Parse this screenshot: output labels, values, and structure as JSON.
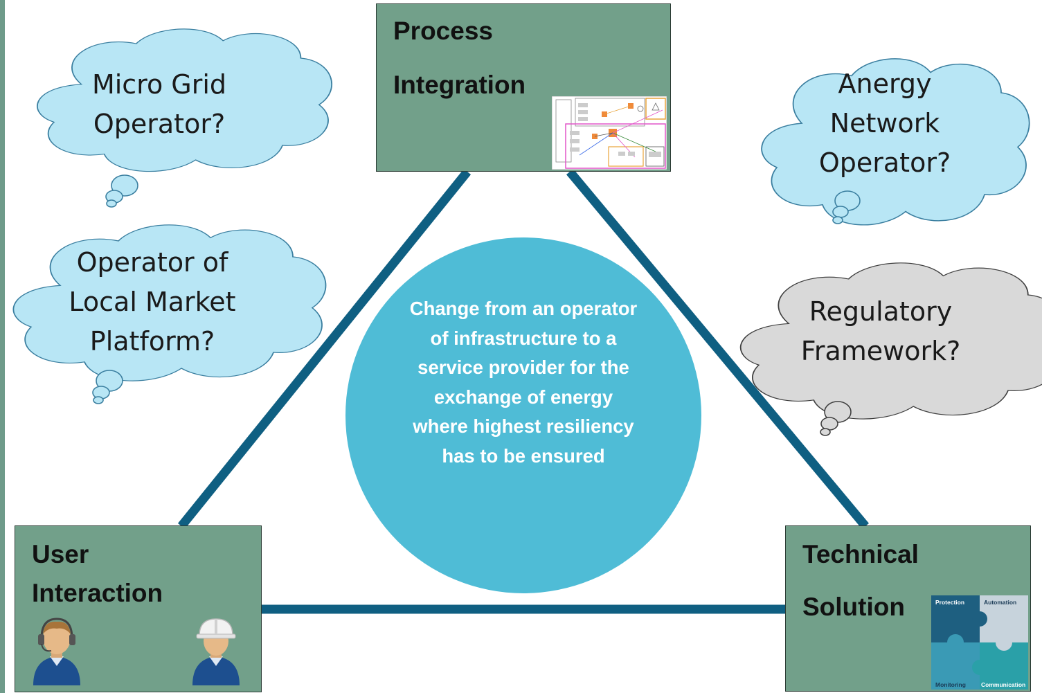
{
  "boxes": {
    "process": {
      "line1": "Process",
      "line2": "Integration"
    },
    "user": {
      "line1": "User",
      "line2": "Interaction"
    },
    "technical": {
      "line1": "Technical",
      "line2": "Solution"
    }
  },
  "center_text": "Change from an operator of infrastructure to a service provider for the exchange of energy where highest resiliency has to be ensured",
  "clouds": {
    "micro_grid": {
      "line1": "Micro Grid",
      "line2": "Operator?"
    },
    "local_market": {
      "line1": "Operator of",
      "line2": "Local Market",
      "line3": "Platform?"
    },
    "anergy": {
      "line1": "Anergy",
      "line2": "Network",
      "line3": "Operator?"
    },
    "regulatory": {
      "line1": "Regulatory",
      "line2": "Framework?"
    }
  },
  "puzzle": {
    "protection": "Protection",
    "automation": "Automation",
    "monitoring": "Monitoring",
    "communication": "Communication"
  },
  "colors": {
    "box_fill": "#72a08a",
    "line": "#0f5f82",
    "circle": "#4fbcd6",
    "cloud_blue": "#b8e6f5",
    "cloud_gray": "#d9d9d9"
  }
}
